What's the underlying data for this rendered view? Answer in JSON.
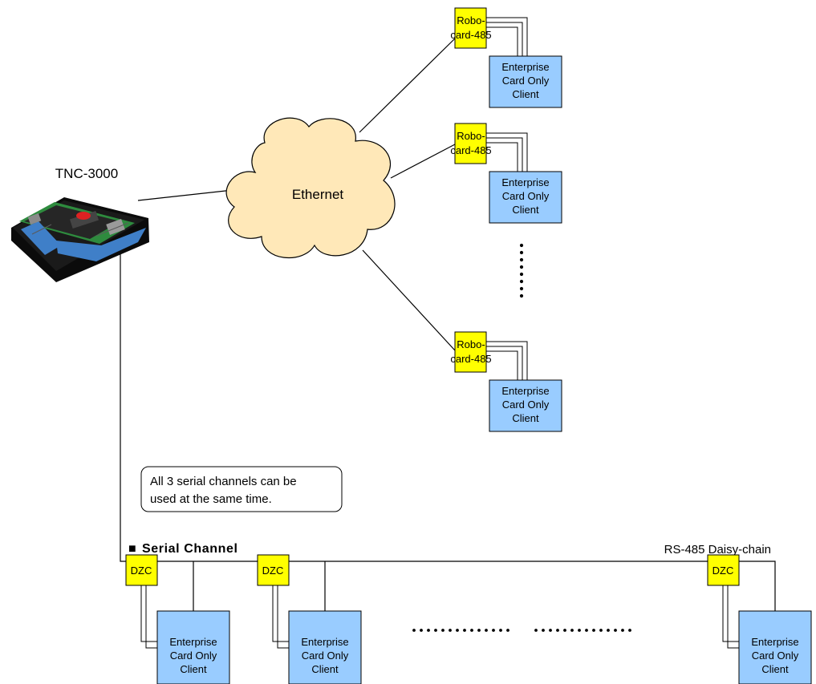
{
  "controller": {
    "label": "TNC-3000"
  },
  "network": {
    "label": "Ethernet"
  },
  "robocard": {
    "line1": "Robo-",
    "line2": "card-485"
  },
  "client": {
    "line1": "Enterprise",
    "line2": "Card Only",
    "line3": "Client"
  },
  "dzc": {
    "label": "DZC"
  },
  "note": {
    "line1": "All 3 serial channels can be",
    "line2": "used at the same time."
  },
  "serial": {
    "marker": "■",
    "label": "Serial Channel",
    "bus_label": "RS-485 Daisy-chain"
  },
  "colors": {
    "robocard_fill": "#ffff00",
    "client_fill": "#99ccff",
    "cloud_fill": "#ffe8b8",
    "device_body": "#1e1e1e",
    "terminal_blue": "#3f7fc8",
    "board_green": "#2e8b3e",
    "line": "#000000"
  },
  "icons": {
    "controller_image": "controller-board-icon",
    "cloud_shape": "cloud-icon"
  }
}
